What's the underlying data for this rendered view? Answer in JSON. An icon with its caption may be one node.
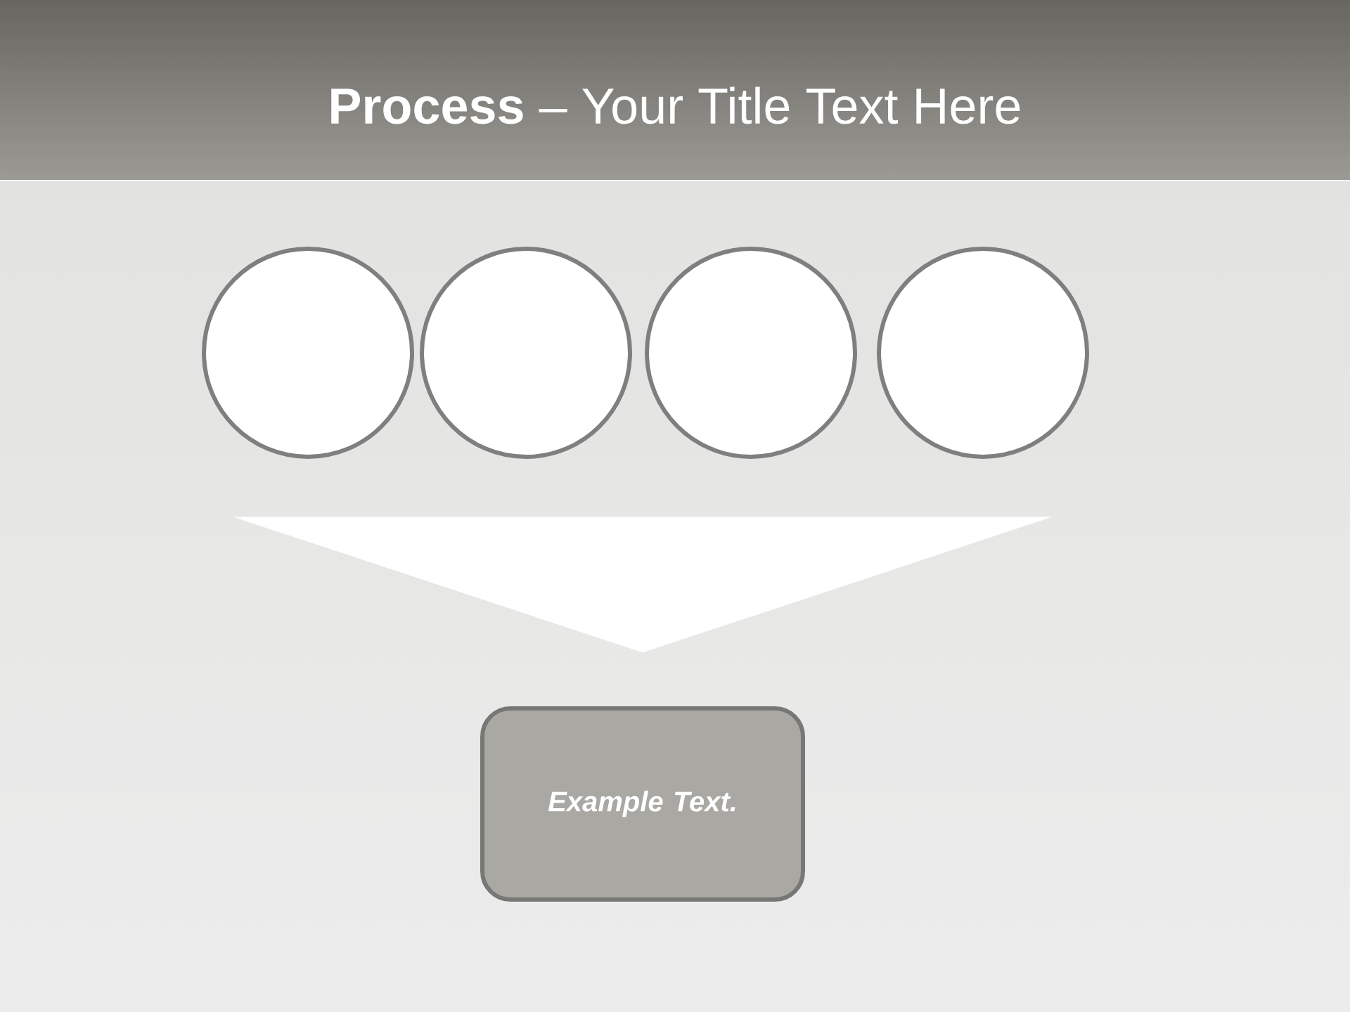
{
  "diagram": {
    "title": "**Process** – Your Title Text Here",
    "nodes": [
      {
        "text": [],
        "shape": "circle"
      },
      {
        "text": [],
        "shape": "circle"
      },
      {
        "text": [],
        "shape": "circle"
      },
      {
        "text": [],
        "shape": "circle"
      },
      {
        "text": [],
        "shape": "triangle"
      },
      {
        "text": [
          "Example Text."
        ]
      }
    ]
  }
}
